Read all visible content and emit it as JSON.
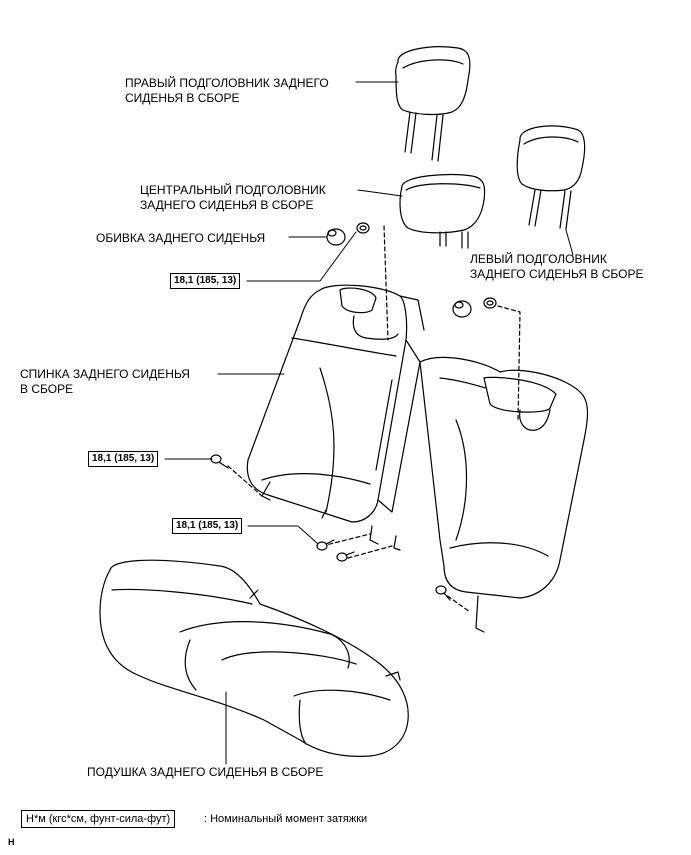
{
  "labels": {
    "right_headrest": [
      "ПРАВЫЙ ПОДГОЛОВНИК ЗАДНЕГО",
      "СИДЕНЬЯ В СБОРЕ"
    ],
    "center_headrest": [
      "ЦЕНТРАЛЬНЫЙ ПОДГОЛОВНИК",
      "ЗАДНЕГО СИДЕНЬЯ В СБОРЕ"
    ],
    "rear_seat_trim": "ОБИВКА ЗАДНЕГО СИДЕНЬЯ",
    "left_headrest": [
      "ЛЕВЫЙ ПОДГОЛОВНИК",
      "ЗАДНЕГО СИДЕНЬЯ В СБОРЕ"
    ],
    "seatback": [
      "СПИНКА ЗАДНЕГО СИДЕНЬЯ",
      "В СБОРЕ"
    ],
    "cushion": "ПОДУШКА ЗАДНЕГО СИДЕНЬЯ В СБОРЕ"
  },
  "torque_boxes": [
    "18,1 (185, 13)",
    "18,1 (185, 13)",
    "18,1 (185, 13)"
  ],
  "legend": {
    "unit_box": "Н*м (кгс*см, фунт-сила-фут)",
    "description": ": Номинальный момент затяжки"
  },
  "figure_code": "H",
  "colors": {
    "line": "#000000",
    "background": "#ffffff",
    "shade": "#e6e6e6"
  }
}
